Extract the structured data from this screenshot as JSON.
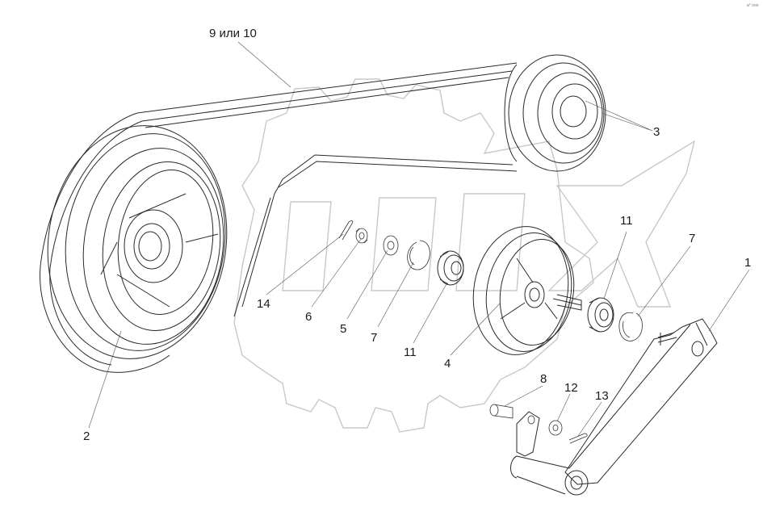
{
  "corner_mark": "a° ooo",
  "callouts": [
    {
      "id": "belt",
      "text": "9 или 10"
    },
    {
      "id": "pulley-small",
      "text": "3"
    },
    {
      "id": "arm",
      "text": "1"
    },
    {
      "id": "ring-right",
      "text": "7"
    },
    {
      "id": "bearing-right",
      "text": "11"
    },
    {
      "id": "pin-left",
      "text": "14"
    },
    {
      "id": "nut",
      "text": "6"
    },
    {
      "id": "washer",
      "text": "5"
    },
    {
      "id": "ring-left",
      "text": "7"
    },
    {
      "id": "bearing-left",
      "text": "11"
    },
    {
      "id": "roller",
      "text": "4"
    },
    {
      "id": "pulley-large",
      "text": "2"
    },
    {
      "id": "bolt",
      "text": "8"
    },
    {
      "id": "washer-small",
      "text": "12"
    },
    {
      "id": "pin-right",
      "text": "13"
    }
  ]
}
